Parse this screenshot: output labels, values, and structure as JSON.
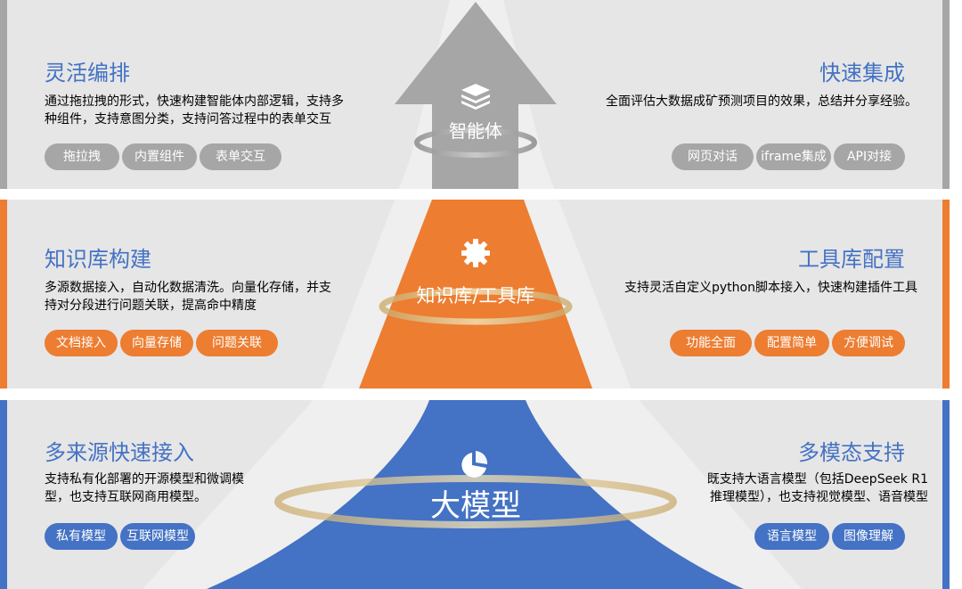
{
  "tiers": {
    "top": {
      "center_label": "智能体",
      "center_icon": "layers-icon",
      "left": {
        "title": "灵活编排",
        "desc": "通过拖拉拽的形式，快速构建智能体内部逻辑，支持多种组件，支持意图分类，支持问答过程中的表单交互",
        "tags": [
          "拖拉拽",
          "内置组件",
          "表单交互"
        ]
      },
      "right": {
        "title": "快速集成",
        "desc": "全面评估大数据成矿预测项目的效果，总结并分享经验。",
        "tags": [
          "网页对话",
          "iframe集成",
          "API对接"
        ]
      }
    },
    "middle": {
      "center_label": "知识库/工具库",
      "center_icon": "gear-icon",
      "left": {
        "title": "知识库构建",
        "desc": "多源数据接入，自动化数据清洗。向量化存储，并支持对分段进行问题关联，提高命中精度",
        "tags": [
          "文档接入",
          "向量存储",
          "问题关联"
        ]
      },
      "right": {
        "title": "工具库配置",
        "desc": "支持灵活自定义python脚本接入，快速构建插件工具",
        "tags": [
          "功能全面",
          "配置简单",
          "方便调试"
        ]
      }
    },
    "bottom": {
      "center_label": "大模型",
      "center_icon": "pie-chart-icon",
      "left": {
        "title": "多来源快速接入",
        "desc": "支持私有化部署的开源模型和微调模型，也支持互联网商用模型。",
        "tags": [
          "私有模型",
          "互联网模型"
        ]
      },
      "right": {
        "title": "多模态支持",
        "desc": "既支持大语言模型（包括DeepSeek R1推理模型），也支持视觉模型、语音模型",
        "tags": [
          "语言模型",
          "图像理解"
        ]
      }
    }
  },
  "colors": {
    "gray": "#a6a6a6",
    "orange": "#ed7d31",
    "blue": "#4472c4",
    "band": "#e6e6e6"
  }
}
